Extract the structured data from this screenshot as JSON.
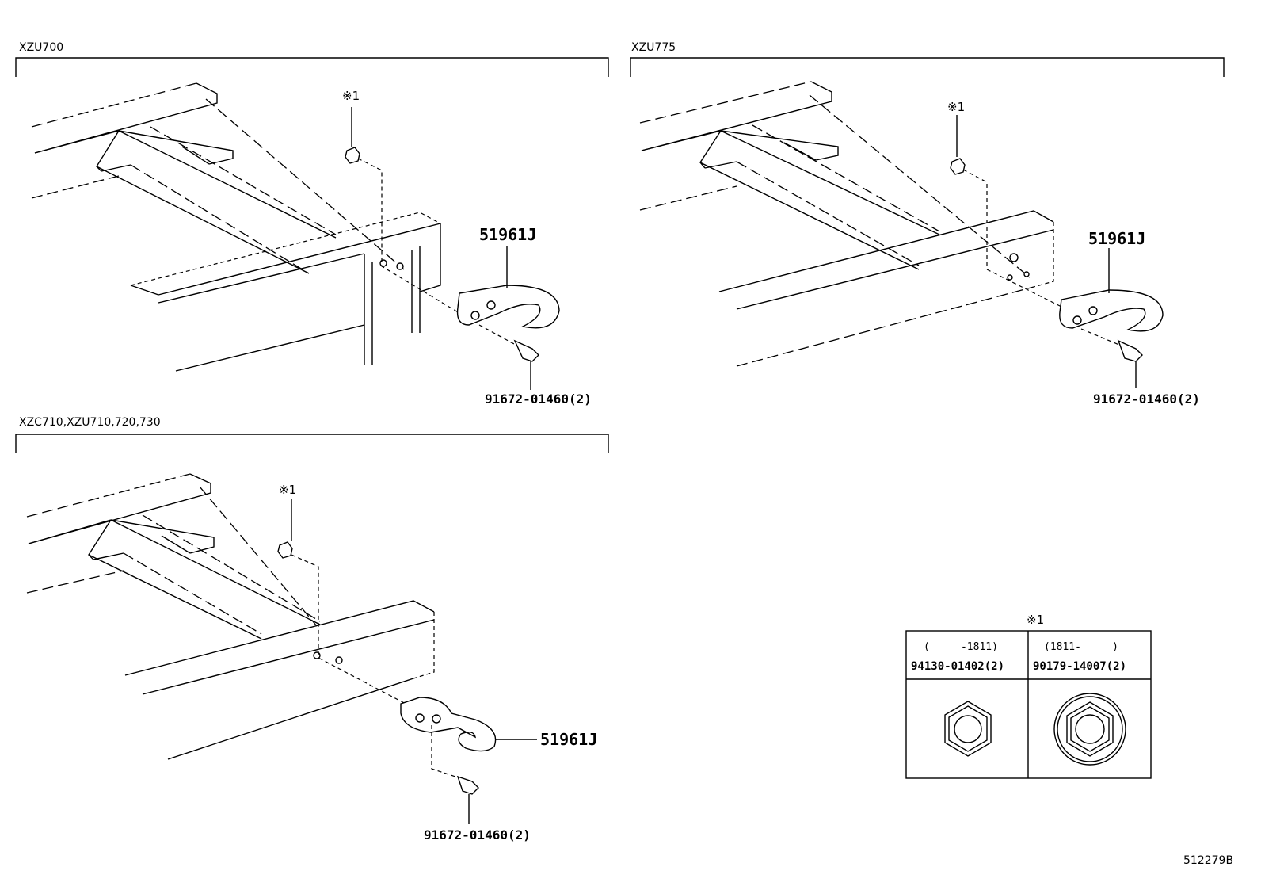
{
  "panels": [
    {
      "variant_label": "XZU700",
      "note_marker": "※1",
      "hook_part": "51961J",
      "bolt_part": "91672-01460(2)"
    },
    {
      "variant_label": "XZU775",
      "note_marker": "※1",
      "hook_part": "51961J",
      "bolt_part": "91672-01460(2)"
    },
    {
      "variant_label": "XZC710,XZU710,720,730",
      "note_marker": "※1",
      "hook_part": "51961J",
      "bolt_part": "91672-01460(2)"
    }
  ],
  "note_table": {
    "marker": "※1",
    "columns": [
      {
        "range": "(     -1811)",
        "part": "94130-01402(2)"
      },
      {
        "range": "(1811-     )",
        "part": "90179-14007(2)"
      }
    ]
  },
  "diagram_code": "512279B"
}
